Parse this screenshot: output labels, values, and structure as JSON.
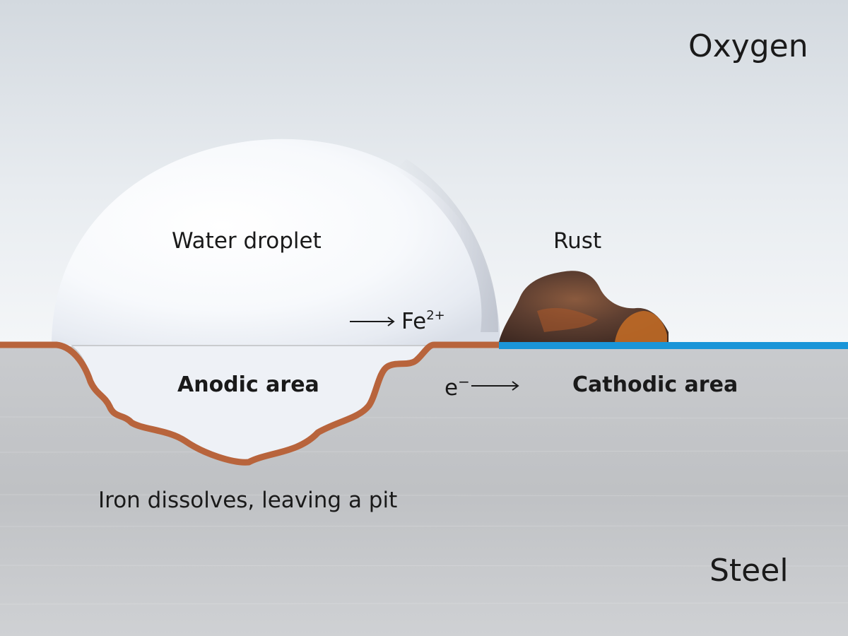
{
  "labels": {
    "oxygen": "Oxygen",
    "steel": "Steel",
    "water_droplet": "Water droplet",
    "rust": "Rust",
    "fe_ion": "Fe",
    "fe_charge": "2+",
    "anodic_area": "Anodic area",
    "electron": "e",
    "electron_charge": "−",
    "cathodic_area": "Cathodic area",
    "pit_caption": "Iron dissolves, leaving a pit"
  },
  "colors": {
    "air_top": "#d3d9df",
    "air_bottom": "#f4f6f8",
    "steel": "#c7c9cc",
    "anodic_edge": "#b8643c",
    "cathodic_edge": "#1a95d8",
    "rust_dark": "#5a3c2e",
    "rust_orange": "#c06a26",
    "droplet": "#ffffff",
    "text": "#1a1a1a"
  }
}
